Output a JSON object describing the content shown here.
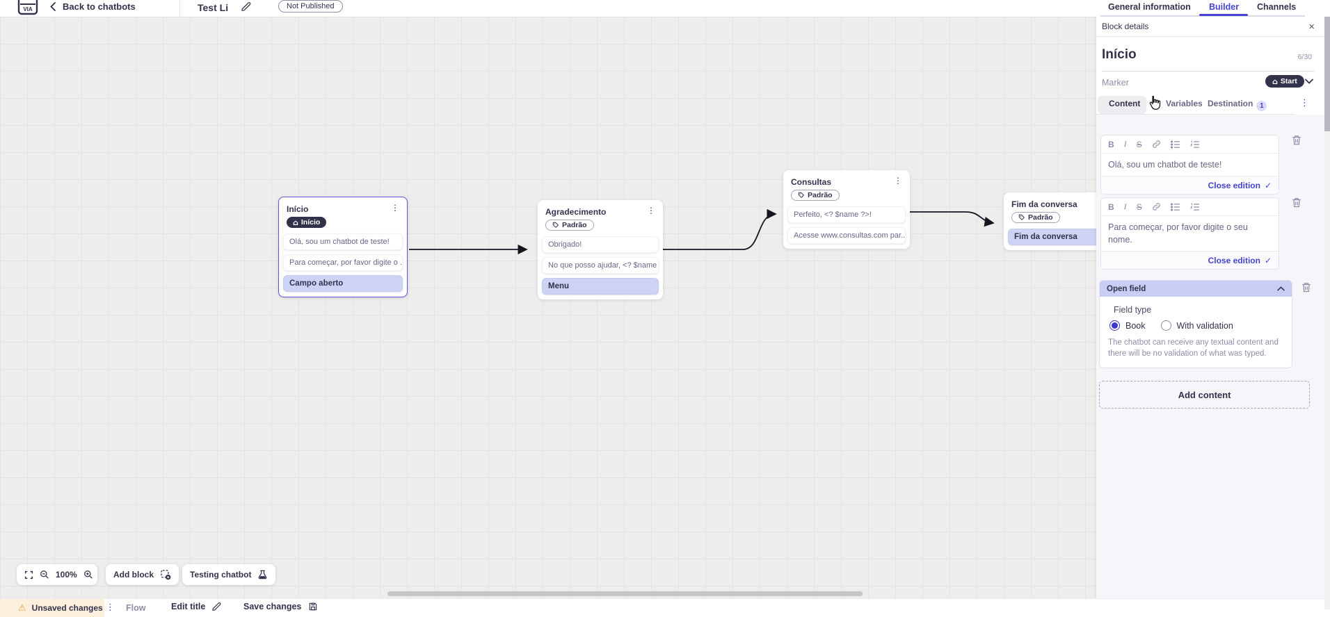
{
  "icons": {
    "home": "⌂",
    "kebab": "⋮",
    "warning": "⚠",
    "check": "✓",
    "close": "×",
    "bold": "B",
    "italic": "I",
    "strike": "S"
  },
  "topbar": {
    "back_label": "Back to chatbots",
    "title": "Test Li",
    "status_badge": "Not Published",
    "active_tab": "Builder",
    "tabs": [
      {
        "label": "General information"
      },
      {
        "label": "Builder"
      },
      {
        "label": "Channels"
      }
    ]
  },
  "canvas": {
    "zoom_level": "100%",
    "add_block_label": "Add block",
    "testing_label": "Testing chatbot",
    "blocks": [
      {
        "title": "Início",
        "marker": "Início",
        "cards": [
          {
            "text": "Olá, sou um chatbot de teste!"
          },
          {
            "text": "Para começar, por favor digite o ..."
          },
          {
            "text": "Campo aberto"
          }
        ]
      },
      {
        "title": "Agradecimento",
        "marker": "Padrão",
        "cards": [
          {
            "text": "Obrigado!"
          },
          {
            "text": "No que posso ajudar, <? $name ..."
          },
          {
            "text": "Menu"
          }
        ]
      },
      {
        "title": "Consultas",
        "marker": "Padrão",
        "cards": [
          {
            "text": "Perfeito, <? $name ?>!"
          },
          {
            "text": "Acesse www.consultas.com par..."
          }
        ]
      },
      {
        "title": "Fim da conversa",
        "marker": "Padrão",
        "cards": [
          {
            "text": "Fim da conversa"
          }
        ]
      }
    ]
  },
  "panel": {
    "header": "Block details",
    "name_value": "Início",
    "name_counter": "6/30",
    "marker_label": "Marker",
    "marker_value": "Start",
    "tabs": [
      {
        "label": "Content"
      },
      {
        "label": "Variables"
      },
      {
        "label": "Destination",
        "badge": "1"
      }
    ],
    "editors": [
      {
        "text": "Olá, sou um chatbot de teste!",
        "action": "Close edition"
      },
      {
        "text": "Para começar, por favor digite o seu nome.",
        "action": "Close edition"
      }
    ],
    "open_field": {
      "title": "Open field",
      "field_type_label": "Field type",
      "options": [
        {
          "label": "Book",
          "selected": true
        },
        {
          "label": "With validation",
          "selected": false
        }
      ],
      "description": "The chatbot can receive any textual content and there will be no validation of what was typed."
    },
    "add_content_label": "Add content"
  },
  "statusbar": {
    "unsaved_label": "Unsaved changes",
    "flow_label": "Flow",
    "edit_title_label": "Edit title",
    "save_label": "Save changes"
  },
  "colors": {
    "accent": "#4543cf",
    "dark": "#32324d",
    "selected_border": "#5b54e0",
    "field_row_bg": "#cdd3f3",
    "open_field_header_bg": "#c8cdf3",
    "warning_bg": "#fcf0dc",
    "warning_icon": "#eba03a",
    "canvas_bg": "#ededec"
  }
}
